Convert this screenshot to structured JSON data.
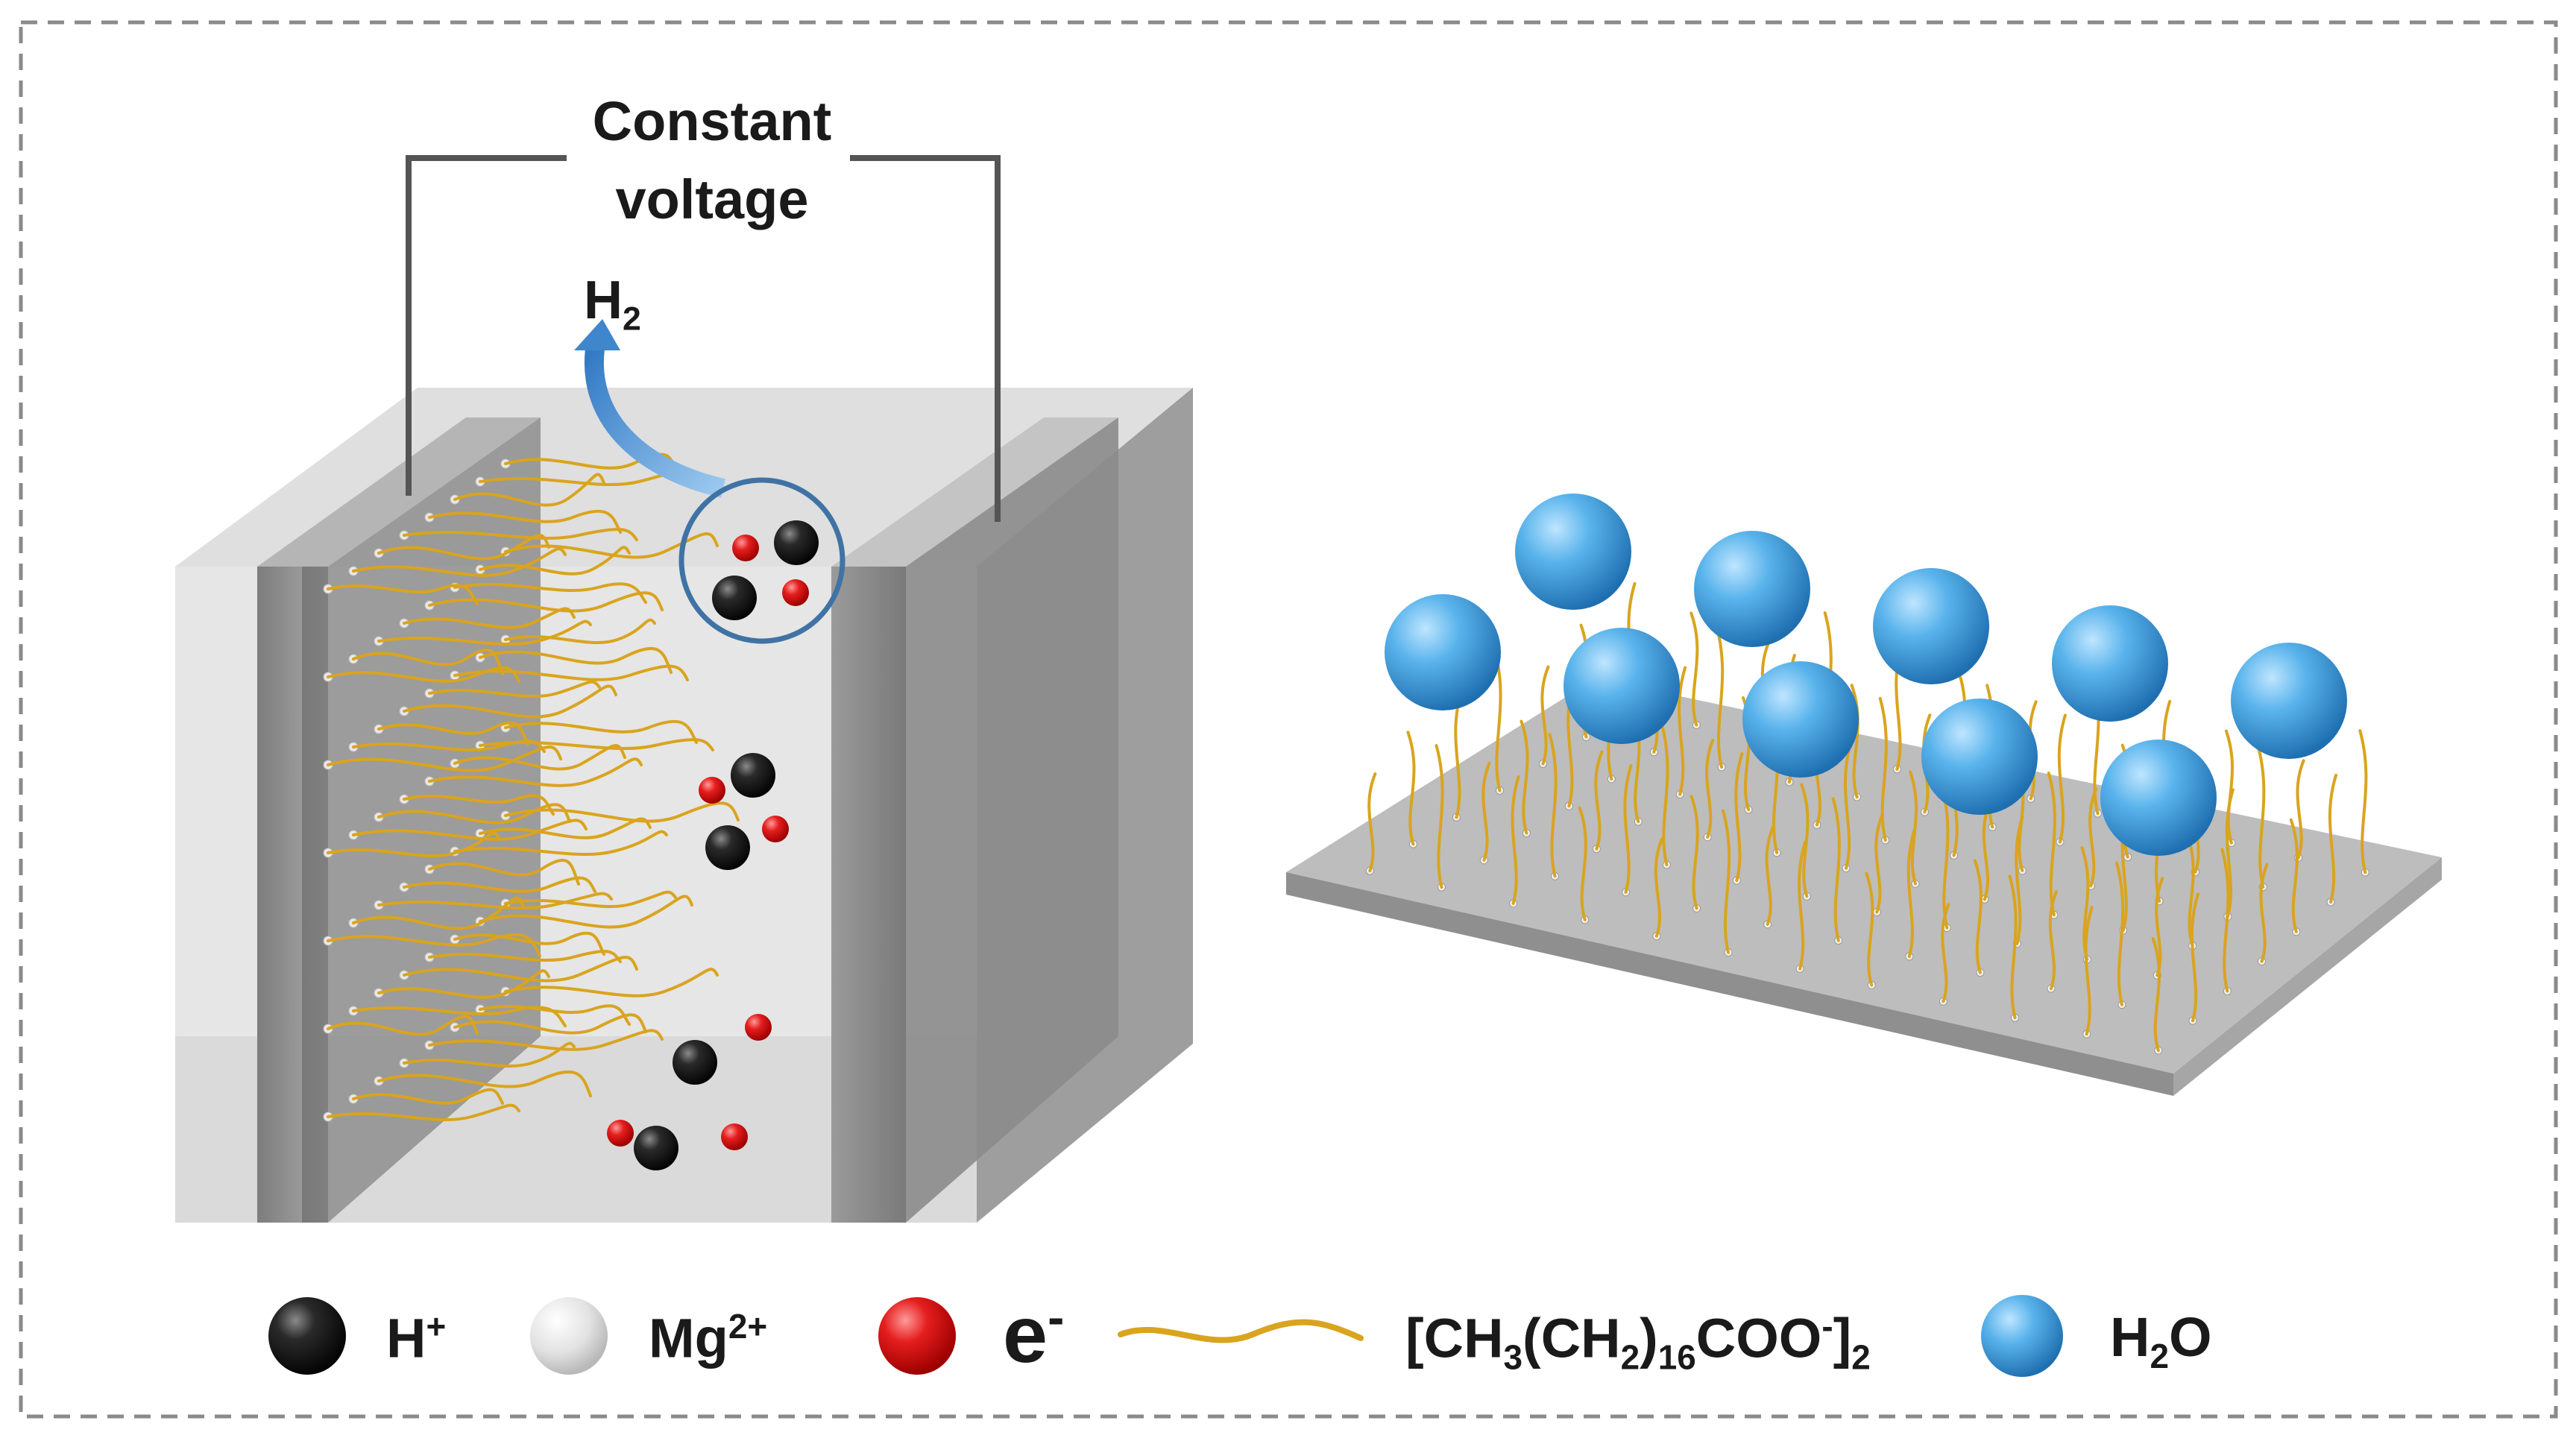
{
  "diagram": {
    "circuit_label": {
      "line1": "Constant",
      "line2": "voltage"
    },
    "gas_label": {
      "main": "H",
      "sub": "2"
    }
  },
  "legend": {
    "items": [
      {
        "symbol": "H",
        "sup": "+",
        "sub": "",
        "tail": "",
        "color": "#111111",
        "icon": "black-sphere"
      },
      {
        "symbol": "Mg",
        "sup": "2+",
        "sub": "",
        "tail": "",
        "color": "#d8d8d8",
        "icon": "white-sphere"
      },
      {
        "symbol": "e",
        "sup": "-",
        "sub": "",
        "tail": "",
        "color": "#e01c1c",
        "icon": "red-sphere"
      },
      {
        "symbol": "[CH",
        "icon": "gold-chain"
      },
      {
        "symbol": "H",
        "sub": "2",
        "tail": "O",
        "color": "#4aa6e0",
        "icon": "blue-sphere"
      }
    ],
    "stearate": {
      "p1": "[CH",
      "s1": "3",
      "p2": "(CH",
      "s2": "2",
      "p3": ")",
      "s3": "16",
      "p4": "COO",
      "sup4": "-",
      "p5": "]",
      "s5": "2"
    }
  },
  "colors": {
    "proton": "#111111",
    "magnesium": "#d8d8d8",
    "electron": "#e01c1c",
    "chain": "#d9a41e",
    "water": "#4aa6e0",
    "arrow": "#5b9bd5",
    "frame": "#8a8a8a"
  }
}
